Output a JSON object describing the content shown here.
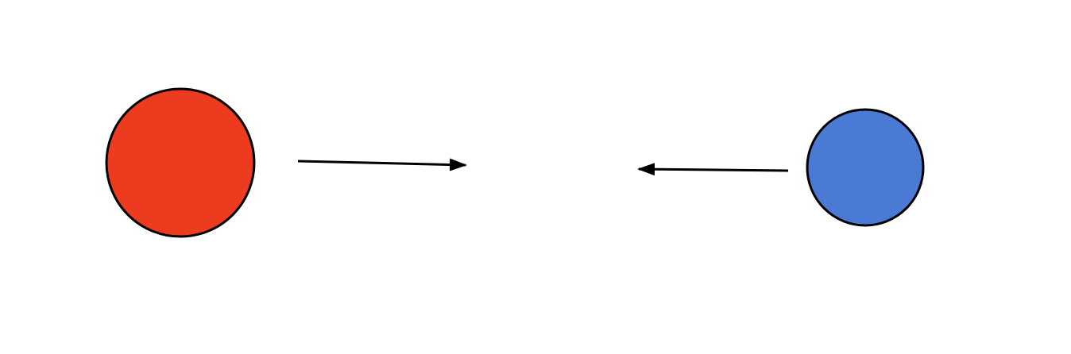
{
  "diagram": {
    "background_color": "#ffffff",
    "stroke_color": "#000000",
    "objects": [
      {
        "name": "red-ball",
        "fill": "#ec3b1f"
      },
      {
        "name": "blue-ball",
        "fill": "#4a7ad4"
      }
    ],
    "arrows": [
      {
        "name": "red-ball-velocity-arrow",
        "direction": "right"
      },
      {
        "name": "blue-ball-velocity-arrow",
        "direction": "left"
      }
    ]
  }
}
